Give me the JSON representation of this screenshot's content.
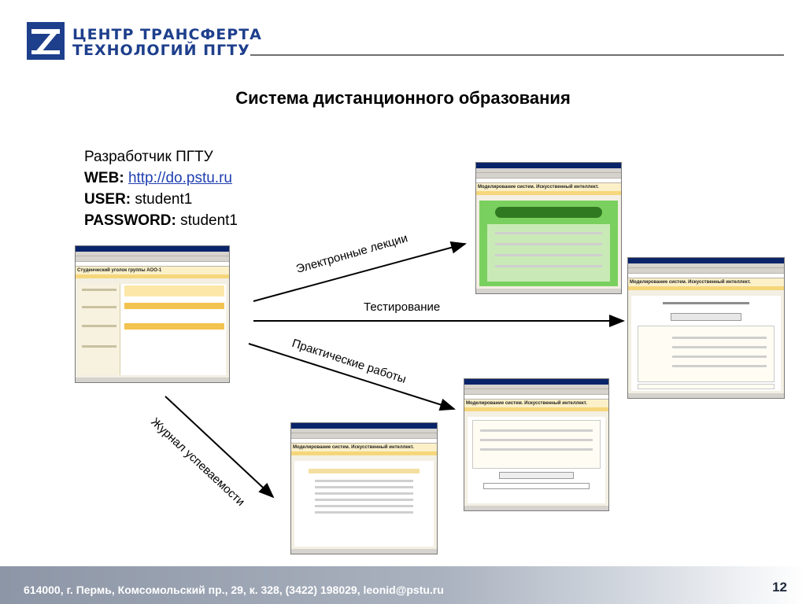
{
  "logo": {
    "line1": "ЦЕНТР ТРАНСФЕРТА",
    "line2": "ТЕХНОЛОГИЙ  ПГТУ",
    "brand_color": "#1e3f8c"
  },
  "title": "Система дистанционного образования",
  "info": {
    "developer": "Разработчик ПГТУ",
    "web_label": "WEB:",
    "web_value": "http://do.pstu.ru",
    "user_label": "USER:",
    "user_value": "student1",
    "password_label": "PASSWORD:",
    "password_value": "student1"
  },
  "arrows": {
    "lectures": "Электронные лекции",
    "testing": "Тестирование",
    "practical": "Практические работы",
    "journal": "Журнал успеваемости"
  },
  "screens": {
    "main": {
      "heading": "Студенческий уголок группы АОО-1"
    },
    "lectures": {
      "heading": "Моделирование систем. Искусственный интеллект."
    },
    "testing": {
      "heading": "Моделирование систем. Искусственный интеллект."
    },
    "practical": {
      "heading": "Моделирование систем. Искусственный интеллект."
    },
    "journal": {
      "heading": "Моделирование систем. Искусственный интеллект."
    }
  },
  "footer": {
    "address": "614000, г. Пермь, Комсомольский пр., 29, к. 328, (3422) 198029, leonid@pstu.ru",
    "page": "12"
  }
}
